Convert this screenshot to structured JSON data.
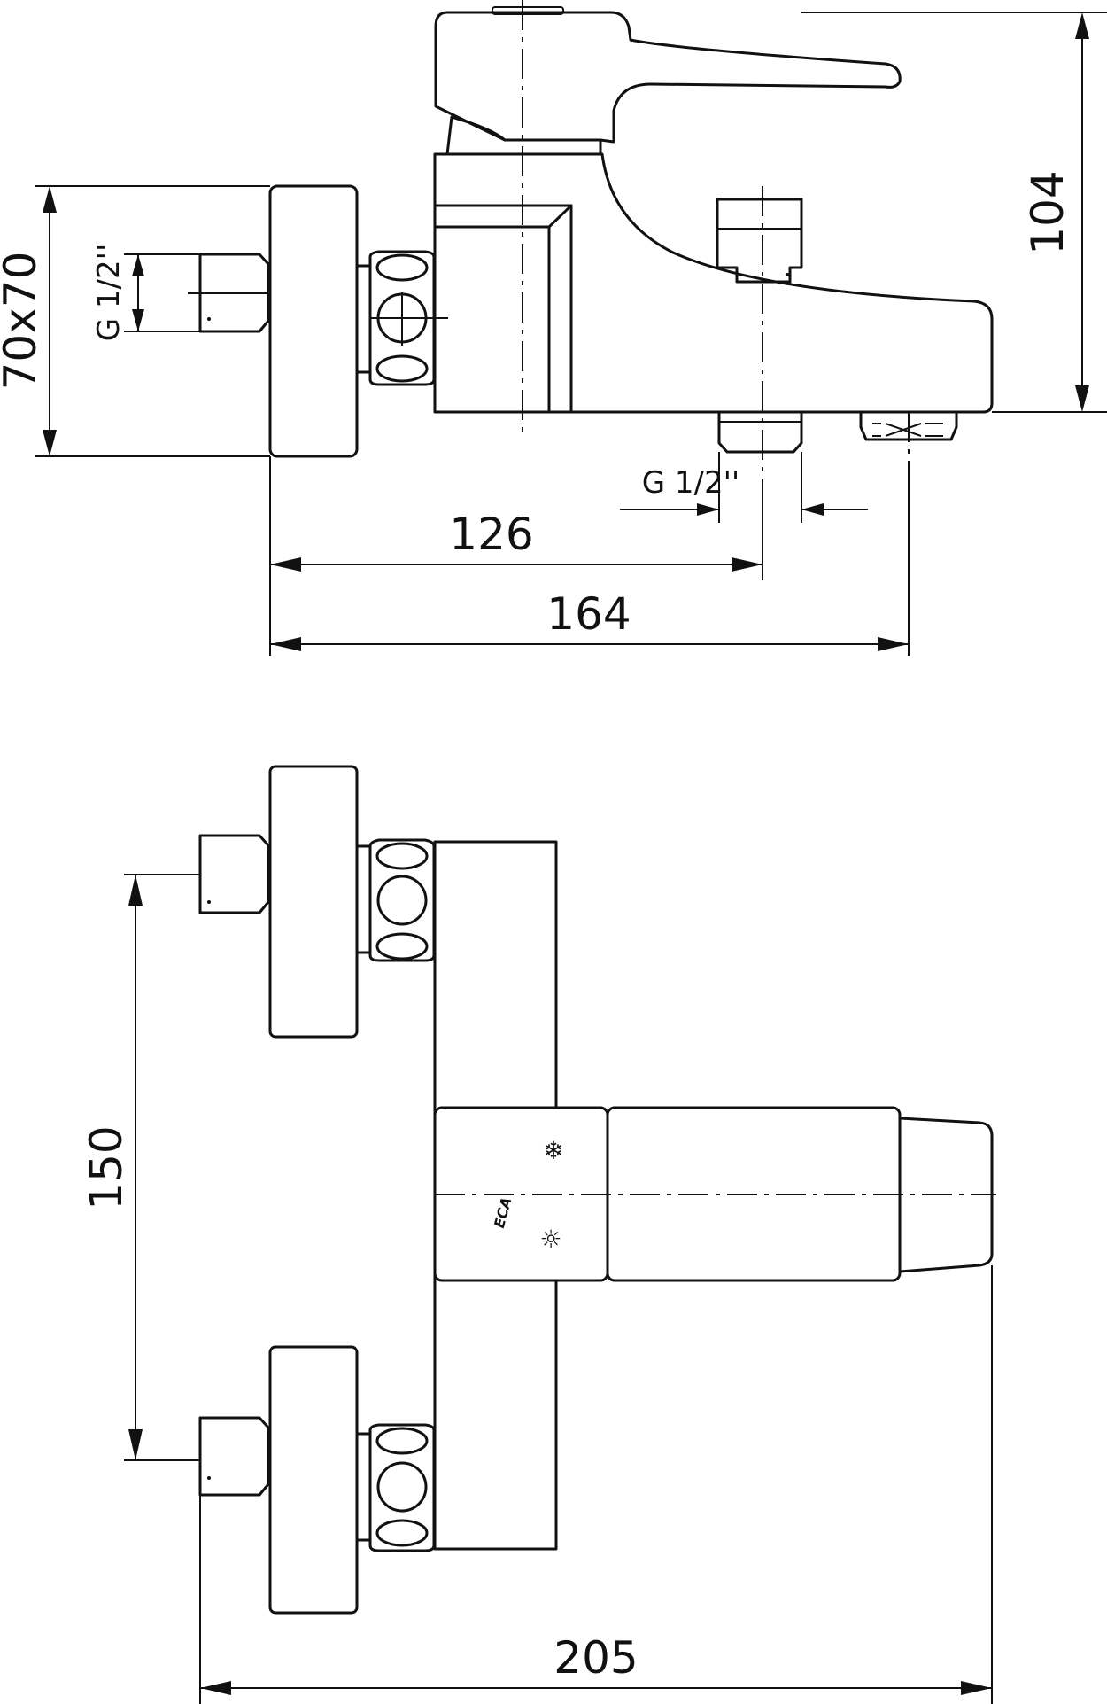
{
  "drawing": {
    "side_view": {
      "dim_height": "104",
      "dim_square": "70x70",
      "dim_inlet_thread": "G 1/2''",
      "dim_outlet_thread": "G 1/2''",
      "dim_to_outlet": "126",
      "dim_depth": "164"
    },
    "front_view": {
      "dim_inlet_spacing": "150",
      "dim_width": "205",
      "brand_logo": "ECA",
      "cold_symbol": "❄",
      "hot_symbol": "☼"
    }
  }
}
